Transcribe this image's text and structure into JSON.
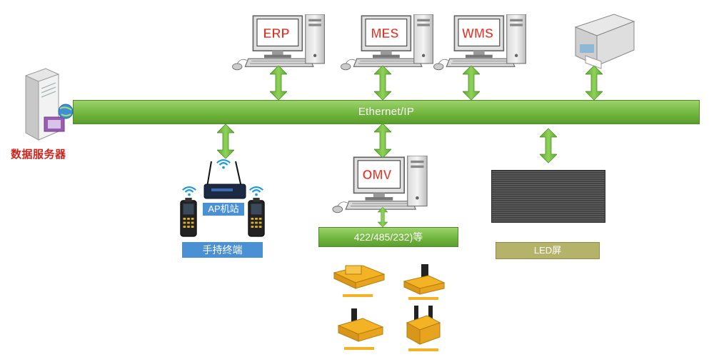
{
  "diagram": {
    "bus_label": "Ethernet/IP",
    "sub_bus_label": "422/485/232)等",
    "systems": [
      "ERP",
      "MES",
      "WMS",
      "OMV"
    ],
    "server_label": "数据服务器",
    "ap_label": "AP机站",
    "handheld_label": "手持终端",
    "led_label": "LED屏",
    "colors": {
      "bus_green": "#6fb43c",
      "label_blue": "#4a90d4",
      "led_label_olive": "#b5b36a",
      "system_red": "#e53225",
      "arrow_green": "#7cc242"
    }
  }
}
